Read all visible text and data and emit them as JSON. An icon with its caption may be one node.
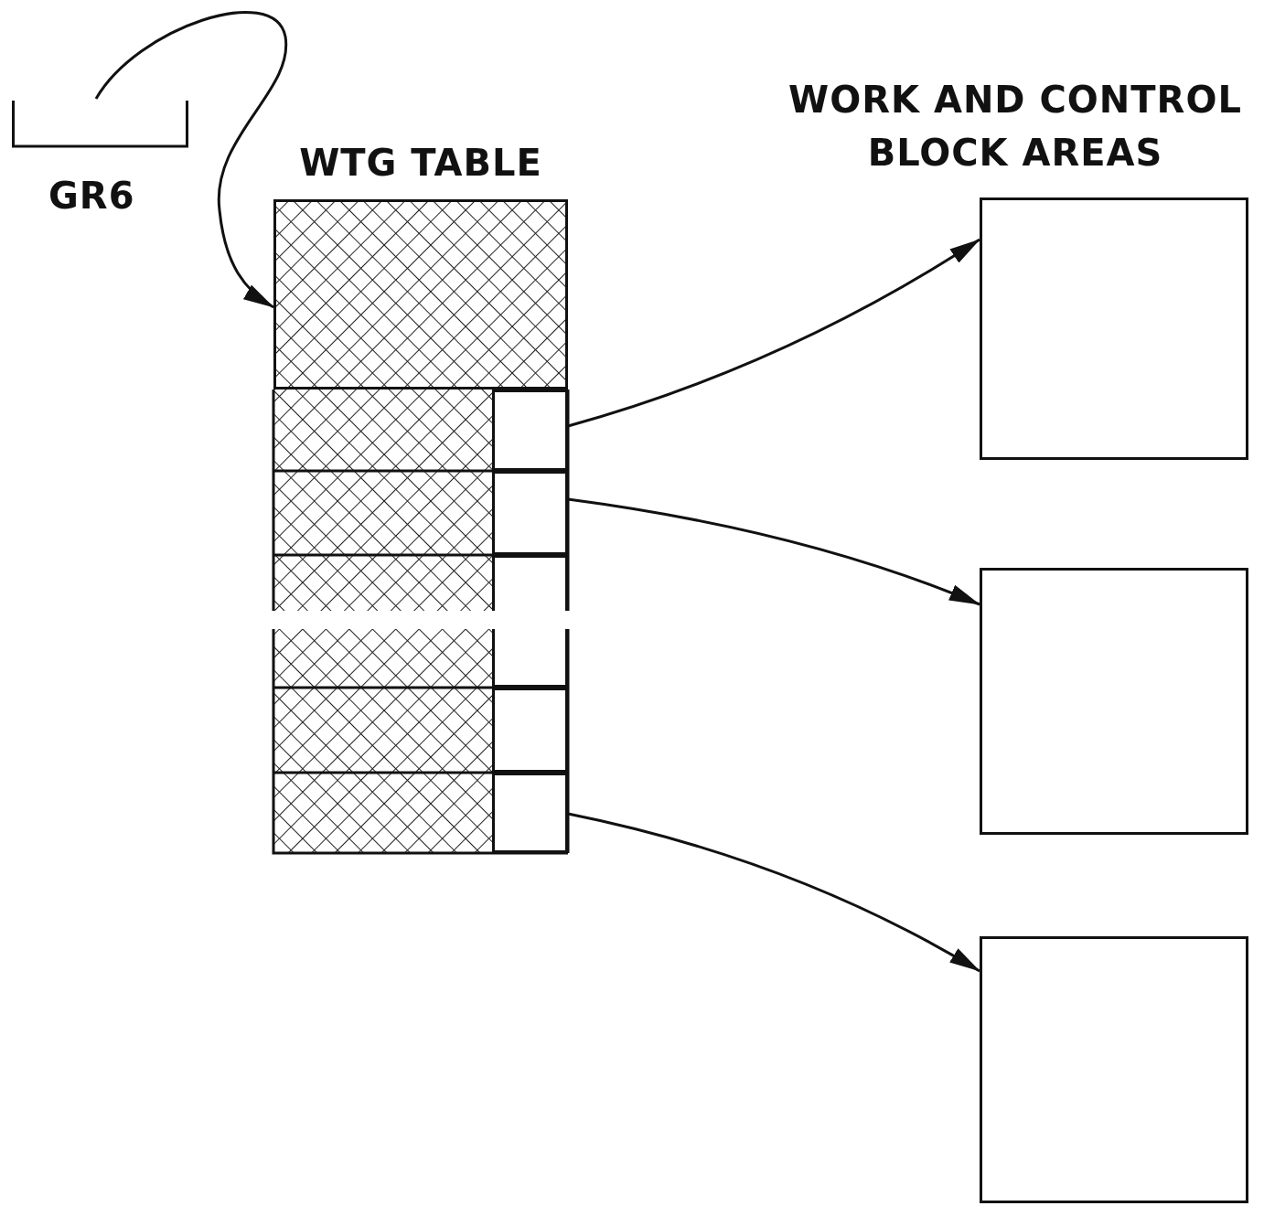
{
  "diagram": {
    "nodes": [
      {
        "text": [
          "GR6"
        ]
      },
      {
        "text": [
          "WTG TABLE"
        ]
      },
      {
        "text": [],
        "shape": "box",
        "in": 1
      },
      {
        "text": [],
        "shape": "box",
        "in": 1
      },
      {
        "text": [],
        "shape": "box",
        "in": 1
      },
      {
        "text": [],
        "shape": "box",
        "in": 1
      },
      {
        "text": [],
        "shape": "box",
        "in": 1
      },
      {
        "text": [],
        "shape": "box",
        "in": 1
      },
      {
        "text": [],
        "shape": "box",
        "in": 1
      },
      {
        "text": [],
        "shape": "box"
      },
      {
        "text": [],
        "shape": "box"
      },
      {
        "text": [],
        "shape": "box"
      }
    ],
    "edges": [
      {
        "from": 0,
        "to": 2,
        "arrow": "to"
      },
      {
        "from": 3,
        "to": 9,
        "arrow": "to"
      },
      {
        "from": 4,
        "to": 10,
        "arrow": "to"
      },
      {
        "from": 8,
        "to": 11,
        "arrow": "to"
      }
    ],
    "labels": [
      "WORK AND CONTROL BLOCK AREAS"
    ]
  }
}
